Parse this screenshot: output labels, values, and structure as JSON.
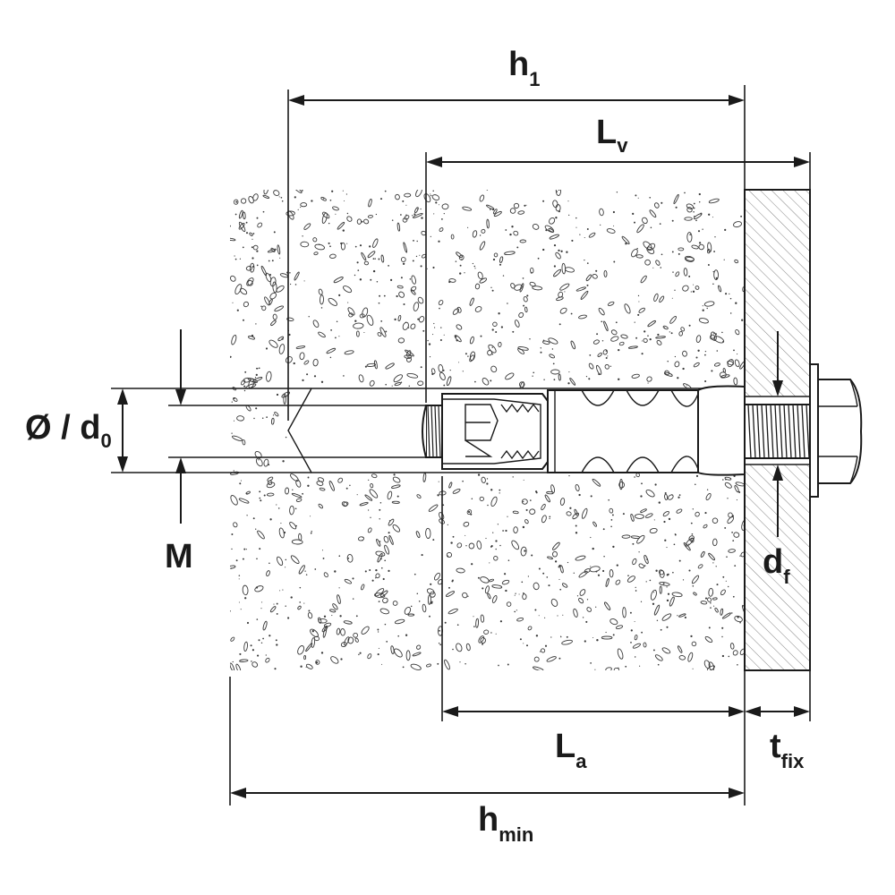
{
  "labels": {
    "h1": {
      "main": "h",
      "sub": "1"
    },
    "lv": {
      "main": "L",
      "sub": "v"
    },
    "diameter": {
      "main": "Ø / d",
      "sub": "0"
    },
    "m": {
      "main": "M"
    },
    "df": {
      "main": "d",
      "sub": "f"
    },
    "la": {
      "main": "L",
      "sub": "a"
    },
    "tfix": {
      "main": "t",
      "sub": "fix"
    },
    "hmin": {
      "main": "h",
      "sub": "min"
    }
  },
  "colors": {
    "line": "#1a1a1a",
    "concrete_speckle": "#3a3a3a",
    "fixture_hatch": "#555555",
    "background": "#ffffff"
  }
}
